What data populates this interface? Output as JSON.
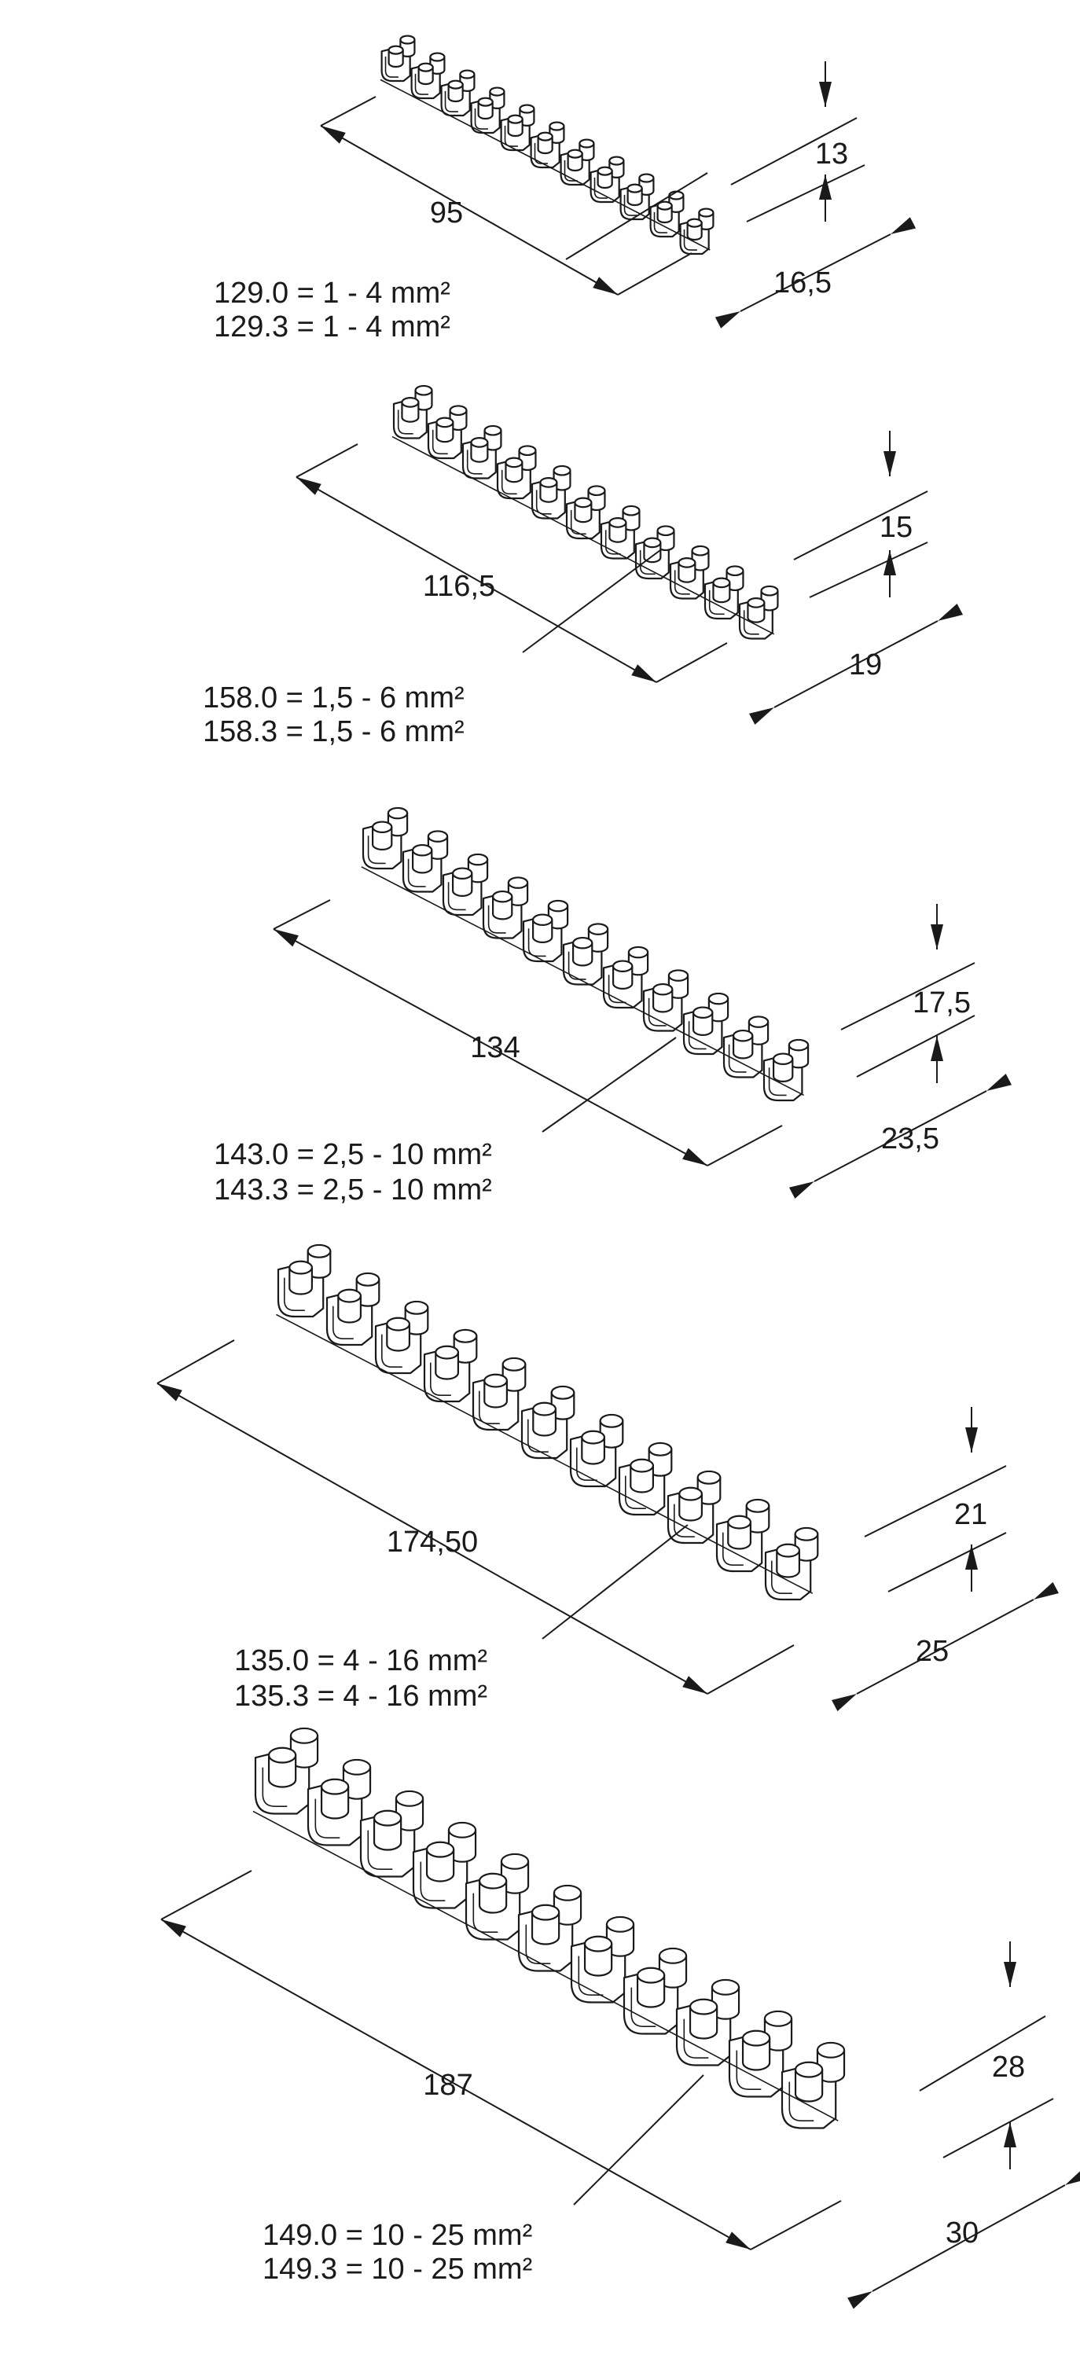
{
  "blocks": [
    {
      "id": "129",
      "length": "95",
      "height": "13",
      "depth": "16,5",
      "spec_line_1": "129.0 = 1 - 4 mm²",
      "spec_line_2": "129.3 = 1 - 4 mm²"
    },
    {
      "id": "158",
      "length": "116,5",
      "height": "15",
      "depth": "19",
      "spec_line_1": "158.0 = 1,5 - 6 mm²",
      "spec_line_2": "158.3 = 1,5 - 6 mm²"
    },
    {
      "id": "143",
      "length": "134",
      "height": "17,5",
      "depth": "23,5",
      "spec_line_1": "143.0 = 2,5 - 10 mm²",
      "spec_line_2": "143.3 = 2,5 - 10 mm²"
    },
    {
      "id": "135",
      "length": "174,50",
      "height": "21",
      "depth": "25",
      "spec_line_1": "135.0 = 4 - 16 mm²",
      "spec_line_2": "135.3 = 4 - 16 mm²"
    },
    {
      "id": "149",
      "length": "187",
      "height": "28",
      "depth": "30",
      "spec_line_1": "149.0 = 10 - 25 mm²",
      "spec_line_2": "149.3 = 10 - 25 mm²"
    }
  ],
  "colors": {
    "line": "#1a1a1a",
    "fill": "#ffffff"
  }
}
